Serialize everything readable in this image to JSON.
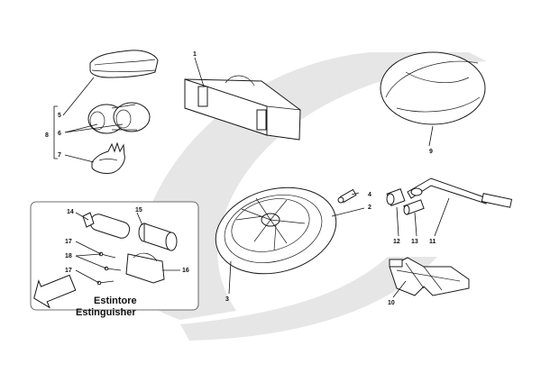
{
  "labels": {
    "l1": "1",
    "l2": "2",
    "l3": "3",
    "l4": "4",
    "l5": "5",
    "l6": "6",
    "l7": "7",
    "l8": "8",
    "l9": "9",
    "l10": "10",
    "l11": "11",
    "l12": "12",
    "l13": "13",
    "l14": "14",
    "l15": "15",
    "l16": "16",
    "l17a": "17",
    "l17b": "17",
    "l18": "18"
  },
  "inset": {
    "caption_line1": "Estintore",
    "caption_line2": "Estinguisher"
  },
  "colors": {
    "watermark": "#e6e6e6",
    "ink": "#111111"
  }
}
